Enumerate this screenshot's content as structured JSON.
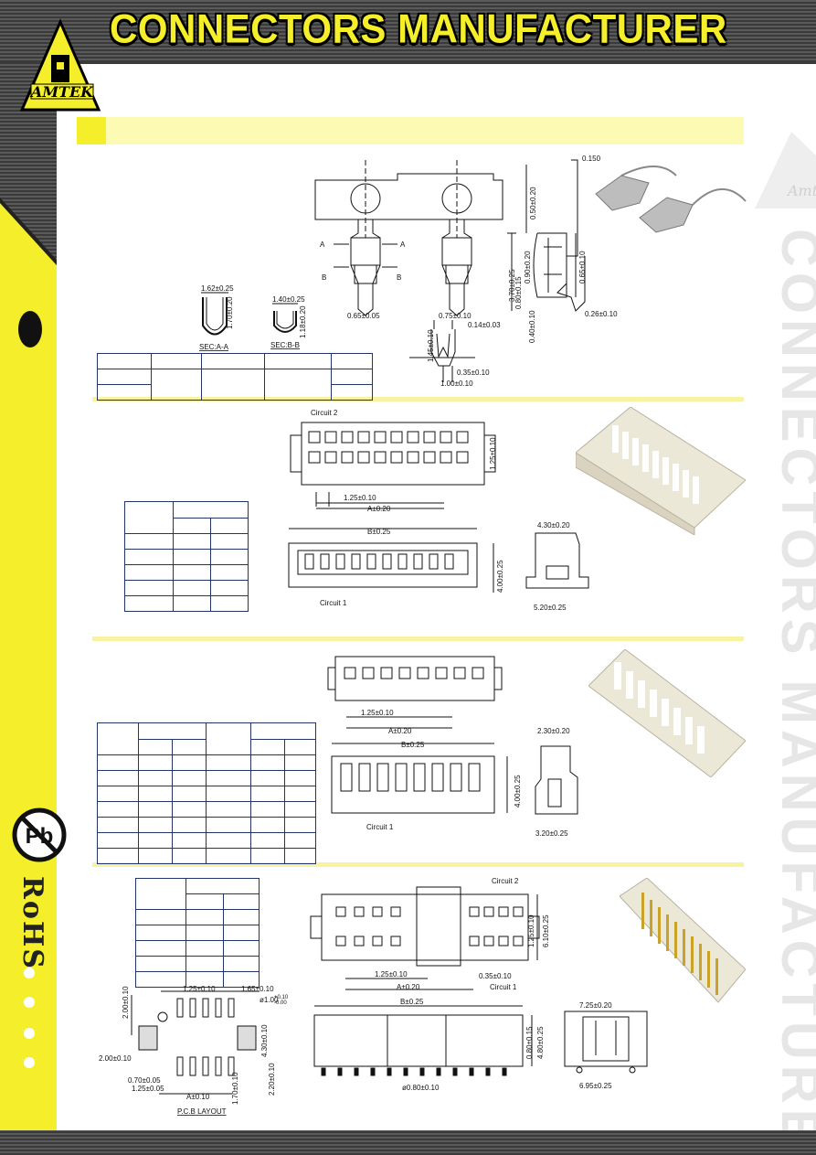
{
  "header": {
    "title": "CONNECTORS MANUFACTURER",
    "logo_text": "AMTEK"
  },
  "sidebar": {
    "pb_label": "Pb",
    "rohs_label": "RoHS"
  },
  "watermark": {
    "logo_text": "Amtek",
    "vertical_text": "CONNECTORS MANUFACTURE"
  },
  "colors": {
    "accent_yellow": "#f4ef2a",
    "band_yellow": "#fdfbb3",
    "dark_hatch": "#3a3a3a",
    "table_border": "#22356b"
  },
  "section1": {
    "dims": {
      "d0150": "0.150",
      "d050": "0.50±0.20",
      "d370": "3.70±0.25",
      "d090": "0.90±0.20",
      "d080": "0.80±0.15",
      "d065": "0.65±0.10",
      "d040": "0.40±0.10",
      "d026": "0.26±0.10",
      "d065b": "0.65±0.05",
      "d075": "0.75±0.10",
      "d014": "0.14±0.03",
      "d145": "1.45±0.10",
      "d035": "0.35±0.10",
      "d100": "1.00±0.10",
      "d162": "1.62±0.25",
      "d170": "1.70±0.20",
      "d140": "1.40±0.25",
      "d118": "1.18±0.20"
    },
    "labels": {
      "a1": "A",
      "a2": "A",
      "b1": "B",
      "b2": "B",
      "sec_aa": "SEC:A-A",
      "sec_bb": "SEC:B-B"
    }
  },
  "section2": {
    "dims": {
      "circuit2": "Circuit  2",
      "circuit1": "Circuit  1",
      "p125": "1.25±0.10",
      "a": "A±0.20",
      "b": "B±0.25",
      "h125": "1.25±0.10",
      "h400": "4.00±0.25",
      "w430": "4.30±0.20",
      "w520": "5.20±0.25"
    }
  },
  "section3": {
    "dims": {
      "p125": "1.25±0.10",
      "a": "A±0.20",
      "b": "B±0.25",
      "h400": "4.00±0.25",
      "w230": "2.30±0.20",
      "w320": "3.20±0.25",
      "circuit1": "Circuit  1"
    }
  },
  "section4": {
    "dims": {
      "circuit2": "Circuit  2",
      "circuit1": "Circuit  1",
      "p125": "1.25±0.10",
      "a": "A±0.20",
      "d035": "0.35±0.10",
      "h125": "1.25±0.10",
      "h610": "6.10±0.25",
      "b": "B±0.25",
      "h080": "0.80±0.15",
      "h480": "4.80±0.25",
      "w725": "7.25±0.20",
      "w695": "6.95±0.25",
      "hole": "ø0.80±0.10"
    },
    "pcb": {
      "title": "P.C.B  LAYOUT",
      "d200v": "2.00±0.10",
      "d125": "1.25±0.10",
      "d165": "1.65±0.10",
      "hole": "ø1.00",
      "hole_tol1": "+0.10",
      "hole_tol2": "-0.00",
      "d200h": "2.00±0.10",
      "d430": "4.30±0.10",
      "d070": "0.70±0.05",
      "d125b": "1.25±0.05",
      "a": "A±0.10",
      "d220": "2.20±0.10",
      "d170": "1.70±0.10"
    }
  }
}
